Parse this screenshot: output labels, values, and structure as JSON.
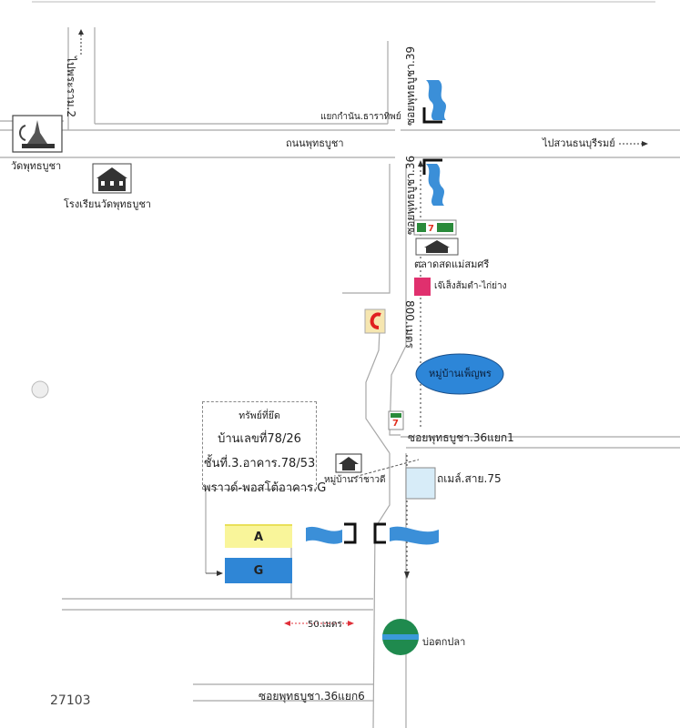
{
  "roads": {
    "main_road": "ถนนพุทธบูชา",
    "to_right": "ไปสวนธนบุรีรมย์",
    "junction_top": "แยกกำนัน.ธาราทิพย์",
    "soi_39": "ซอยพุทธบูชา.39",
    "soi_36": "ซอยพุทธบูชา.36",
    "pracharam": "ไปพระราม.2",
    "soi_36_1": "ซอยพุทธบูชา.36แยก1",
    "soi_36_6": "ซอยพุทธบูชา.36แยก6",
    "distance_800": "800.เมตร",
    "distance_50": "50.เมตร",
    "bus_route": "ถเมล์.สาย.75"
  },
  "places": {
    "temple": "วัดพุทธบูชา",
    "school": "โรงเรียนวัดพุทธบูชา",
    "market": "ตลาดสดแม่สมศรี",
    "shop": "เจ๊เส็งส้มตำ-ไก่ย่าง",
    "village_phenporn": "หมู่บ้านเพ็ญพร",
    "village_rachawadee": "หมู่บ้านราชาวดี",
    "fishing_pond": "บ่อตกปลา"
  },
  "property": {
    "heading": "ทรัพย์ที่ยึด",
    "house_no": "บ้านเลขที่78/26",
    "floor": "ชั้นที่.3.อาคาร.78/53",
    "project": "พราวด์-พอสโต้อาคาร.G",
    "plot_a": "A",
    "plot_g": "G"
  },
  "code": "27103",
  "colors": {
    "canal": "#3b8fd8",
    "road_line": "#a9a9a9",
    "plot_a": "#f9f59a",
    "plot_g": "#2f86d6",
    "arrow_red": "#e0303a",
    "village_oval": "#2d86d8",
    "pond": "#1f8a4e"
  },
  "icons": [
    "temple-icon",
    "school-icon",
    "seven-eleven-icon",
    "market-icon",
    "shop-icon",
    "tesco-lotus-icon",
    "house-icon",
    "pond-icon"
  ]
}
